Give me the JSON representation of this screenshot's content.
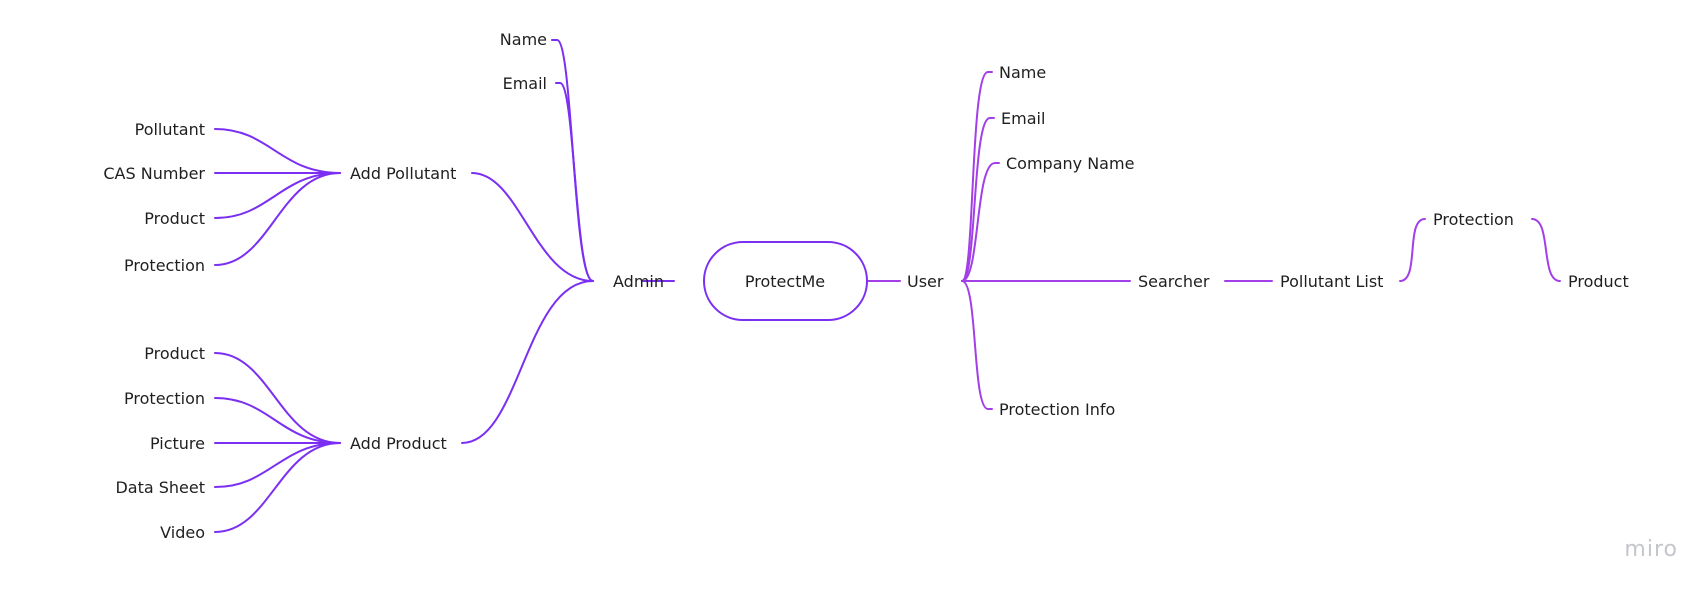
{
  "colors": {
    "left_branch": "#7b2ff2",
    "right_branch": "#a23fe6",
    "text": "#1f1f1f",
    "watermark": "#c4c6cc"
  },
  "mindmap": {
    "root": "ProtectMe",
    "admin": {
      "label": "Admin",
      "name": "Name",
      "email": "Email",
      "add_pollutant": {
        "label": "Add Pollutant",
        "children": [
          "Pollutant",
          "CAS Number",
          "Product",
          "Protection"
        ]
      },
      "add_product": {
        "label": "Add Product",
        "children": [
          "Product",
          "Protection",
          "Picture",
          "Data Sheet",
          "Video"
        ]
      }
    },
    "user": {
      "label": "User",
      "name": "Name",
      "email": "Email",
      "company_name": "Company Name",
      "searcher": {
        "label": "Searcher",
        "pollutant_list": {
          "label": "Pollutant List",
          "protection": "Protection",
          "product": "Product"
        }
      },
      "protection_info": "Protection Info"
    }
  },
  "watermark": "miro"
}
